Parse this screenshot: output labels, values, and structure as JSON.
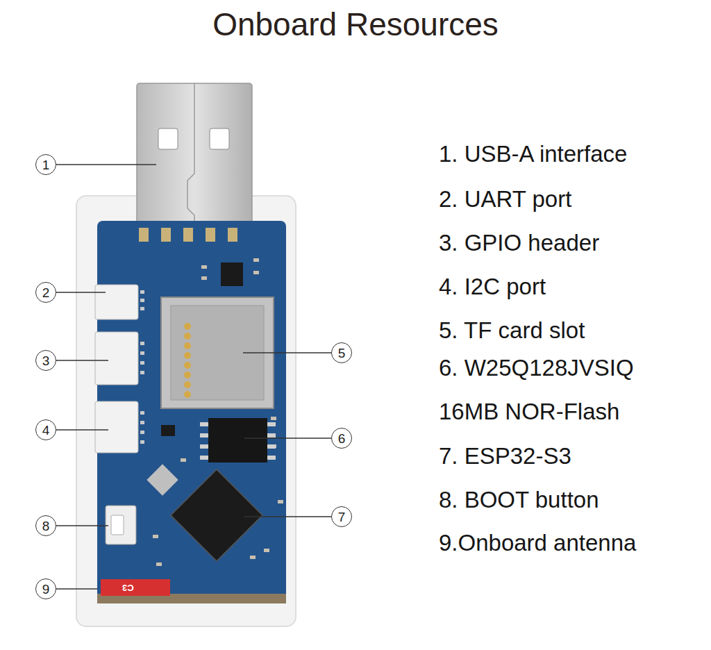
{
  "diagram": {
    "title": "Onboard Resources",
    "nodes": [
      {
        "text": [
          "1"
        ]
      },
      {
        "text": [
          "2"
        ]
      },
      {
        "text": [
          "3"
        ]
      },
      {
        "text": [
          "4"
        ]
      },
      {
        "text": [
          "5"
        ]
      },
      {
        "text": [
          "6"
        ]
      },
      {
        "text": [
          "7"
        ]
      },
      {
        "text": [
          "8"
        ]
      },
      {
        "text": [
          "9"
        ]
      }
    ],
    "labels": [
      "1. USB-A interface",
      "2. UART port",
      "3. GPIO header",
      "4. I2C port",
      "5. TF card slot",
      "6. W25Q128JVSIQ",
      "16MB NOR-Flash",
      "7. ESP32-S3",
      "8. BOOT button",
      "9.Onboard antenna",
      "C3"
    ]
  }
}
